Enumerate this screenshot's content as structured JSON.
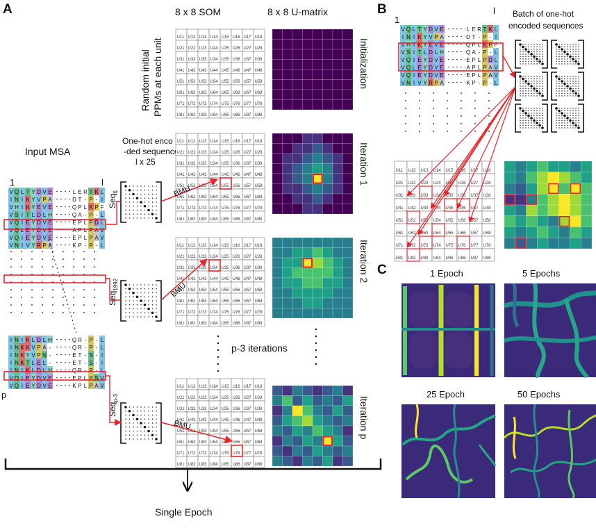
{
  "panel_a": {
    "letter": "A",
    "col_som": "8 x 8 SOM",
    "col_umatrix": "8 x 8 U-matrix",
    "random_ppm_line1": "Random initial",
    "random_ppm_line2": "PPMs at each unit",
    "input_msa": "Input MSA",
    "onehot_line1": "One-hot enco",
    "onehot_line2": "-ded sequence",
    "onehot_line3": "l x 25",
    "row_labels": [
      "Initialization",
      "Iteration 1",
      "Iteration 2",
      "Iteration p"
    ],
    "seq_labels": [
      "Seq",
      "Seq",
      "Seq"
    ],
    "seq_subscripts": [
      "6",
      "1992",
      "p-3"
    ],
    "bmu": "BMU",
    "p3_iterations": "p-3 iterations",
    "single_epoch": "Single Epoch",
    "msa_first_index": "1",
    "msa_last_index": "l",
    "msa_row_p": "p"
  },
  "panel_b": {
    "letter": "B",
    "batch_line1": "Batch of one-hot",
    "batch_line2": "encoded sequences",
    "msa_first_index": "1",
    "msa_last_index": "l"
  },
  "panel_c": {
    "letter": "C",
    "epoch_labels": [
      "1 Epoch",
      "5 Epochs",
      "25 Epoch",
      "50 Epochs"
    ]
  },
  "msa_rows_top": [
    [
      "V",
      "Q",
      "L",
      "T",
      "Y",
      "D",
      "V",
      "E"
    ],
    [
      "I",
      "N",
      "I",
      "K",
      "Y",
      "V",
      "P",
      "A"
    ],
    [
      "V",
      "H",
      "I",
      "K",
      "Y",
      "E",
      "V",
      "E"
    ],
    [
      "V",
      "S",
      "I",
      "T",
      "L",
      "D",
      "L",
      "H"
    ],
    [
      "V",
      "Q",
      "I",
      "E",
      "Y",
      "D",
      "V",
      "E"
    ],
    [
      "V",
      "Q",
      "L",
      "E",
      "Y",
      "D",
      "V",
      "E"
    ],
    [
      "V",
      "Q",
      "I",
      "E",
      "Y",
      "D",
      "V",
      "E"
    ],
    [
      "V",
      "N",
      "I",
      "V",
      "Y",
      "R",
      "P",
      "A"
    ]
  ],
  "msa_rows_top_tail": [
    "LERTKL",
    "DT-P-I",
    "QPLKPF",
    "QA-P-L",
    "EPLPDL",
    "APLPAV",
    "EPLPAV",
    "KP-P-L"
  ],
  "msa_rows_bottom": [
    [
      "I",
      "N",
      "I",
      "K",
      "L",
      "D",
      "L",
      "H"
    ],
    [
      "I",
      "N",
      "K",
      "K",
      "V",
      "P",
      "A",
      "-"
    ],
    [
      "I",
      "N",
      "K",
      "Y",
      "V",
      "P",
      "N",
      "-"
    ],
    [
      "I",
      "N",
      "K",
      "T",
      "L",
      "E",
      "L",
      "-"
    ],
    [
      "I",
      "N",
      "I",
      "K",
      "L",
      "D",
      "L",
      "H"
    ],
    [
      "V",
      "Q",
      "I",
      "E",
      "Y",
      "D",
      "V",
      "E"
    ],
    [
      "V",
      "Q",
      "I",
      "E",
      "Y",
      "D",
      "V",
      "E"
    ]
  ],
  "msa_rows_bottom_tail": [
    "QR-P-L",
    "QR-P-L",
    "ET-S-I",
    "ET-S-I",
    "QR-P-L",
    "EPLPSV",
    "KPLPAV"
  ],
  "som_index": [
    "11",
    "12",
    "13",
    "14",
    "15",
    "16",
    "17",
    "18",
    "21",
    "22",
    "23",
    "24",
    "25",
    "26",
    "27",
    "28",
    "31",
    "32",
    "33",
    "34",
    "35",
    "36",
    "37",
    "38",
    "41",
    "42",
    "43",
    "44",
    "45",
    "46",
    "47",
    "48",
    "51",
    "52",
    "53",
    "54",
    "55",
    "56",
    "57",
    "58",
    "61",
    "62",
    "63",
    "64",
    "65",
    "66",
    "67",
    "68",
    "71",
    "72",
    "73",
    "74",
    "75",
    "76",
    "77",
    "78",
    "81",
    "82",
    "83",
    "84",
    "85",
    "86",
    "87",
    "88"
  ],
  "colors": {
    "red": "#e8242a",
    "yellow": "#fde725",
    "purple": "#440154",
    "teal": "#21918c",
    "green": "#5ec962"
  }
}
